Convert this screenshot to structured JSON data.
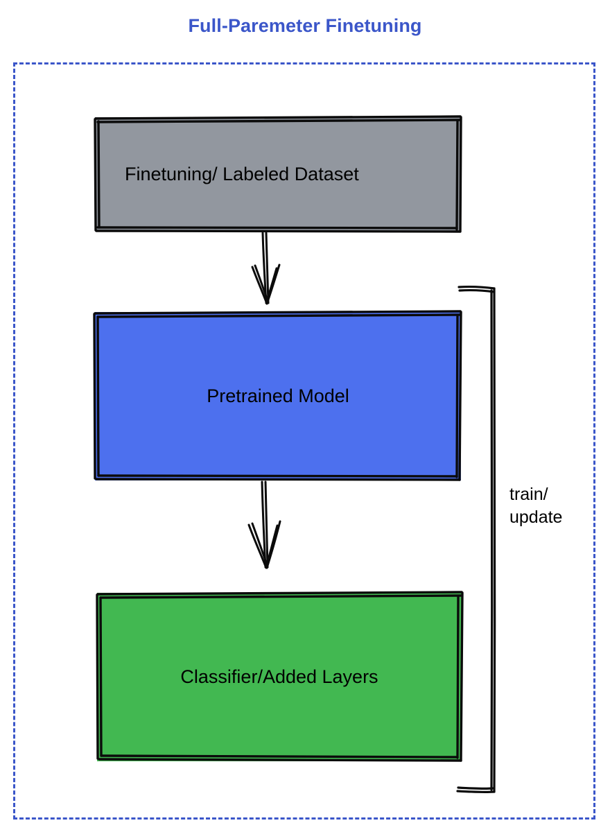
{
  "diagram": {
    "title": "Full-Paremeter Finetuning",
    "title_color": "#3b56c9",
    "frame": {
      "style": "dashed",
      "color": "#3b56c9"
    },
    "nodes": [
      {
        "id": "dataset",
        "label": "Finetuning/ Labeled Dataset",
        "fill": "#92979f",
        "stroke": "#000000",
        "text_color": "#000000"
      },
      {
        "id": "pretrained",
        "label": "Pretrained Model",
        "fill": "#4d70ee",
        "stroke": "#000000",
        "text_color": "#000000"
      },
      {
        "id": "classifier",
        "label": "Classifier/Added Layers",
        "fill": "#42b851",
        "stroke": "#000000",
        "text_color": "#000000"
      }
    ],
    "connectors": [
      {
        "id": "dataset-to-pretrained",
        "from": "dataset",
        "to": "pretrained",
        "kind": "arrow-down",
        "label": ""
      },
      {
        "id": "pretrained-to-classifier",
        "from": "pretrained",
        "to": "classifier",
        "kind": "arrow-down",
        "label": ""
      },
      {
        "id": "feedback-loop",
        "from": "classifier",
        "to": "pretrained",
        "kind": "bracket-right",
        "label": "train/\nupdate"
      }
    ]
  }
}
